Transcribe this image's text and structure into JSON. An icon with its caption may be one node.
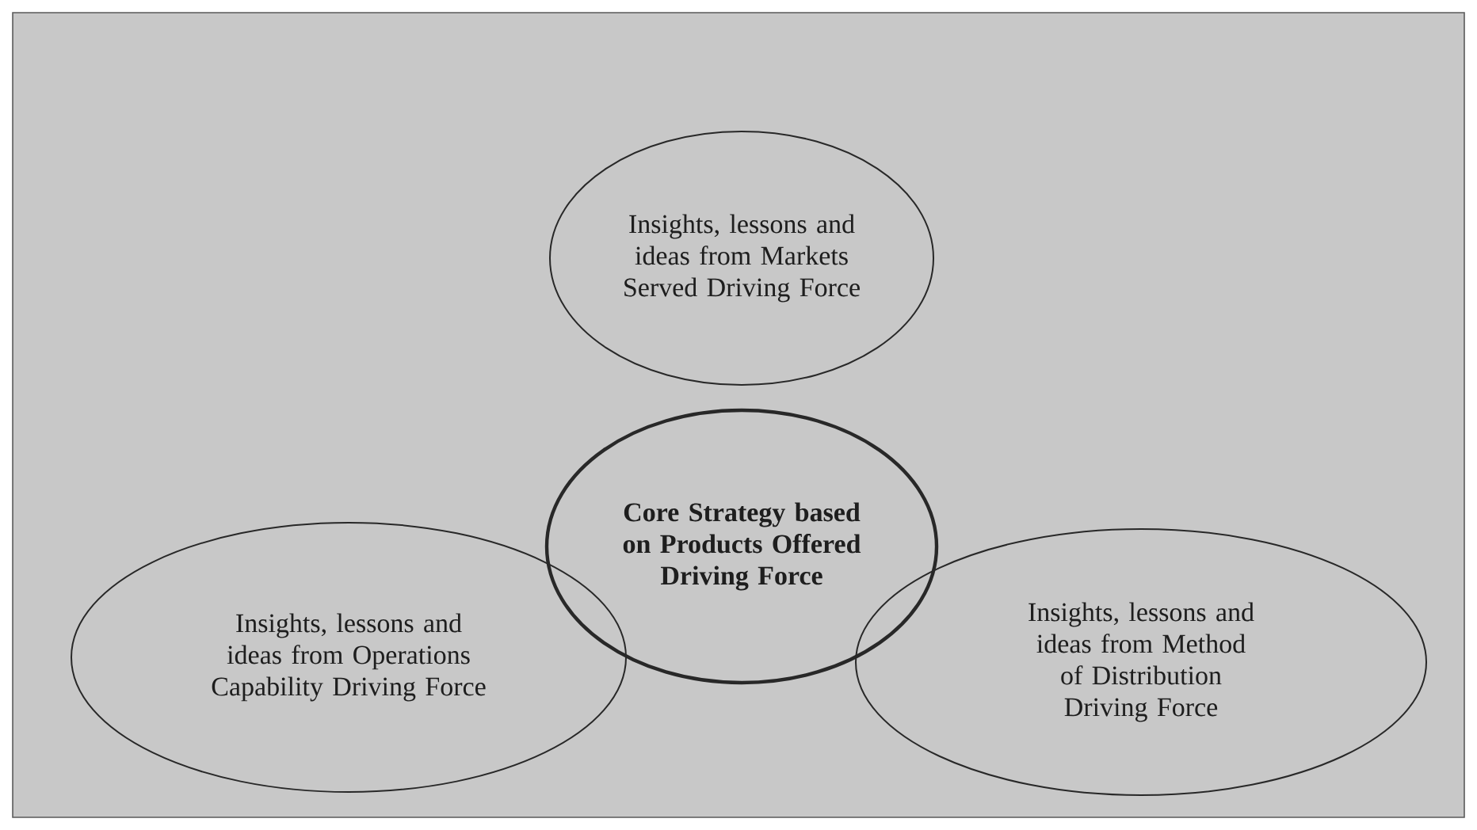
{
  "diagram": {
    "nodes": [
      {
        "text": [
          "Insights, lessons and ideas from Markets Served Driving Force"
        ]
      },
      {
        "text": [
          "Core Strategy based on Products Offered Driving Force"
        ]
      },
      {
        "text": [
          "Insights, lessons and ideas from Operations Capability Driving Force"
        ]
      },
      {
        "text": [
          "Insights, lessons and ideas from Method of Distribution Driving Force"
        ]
      }
    ]
  }
}
